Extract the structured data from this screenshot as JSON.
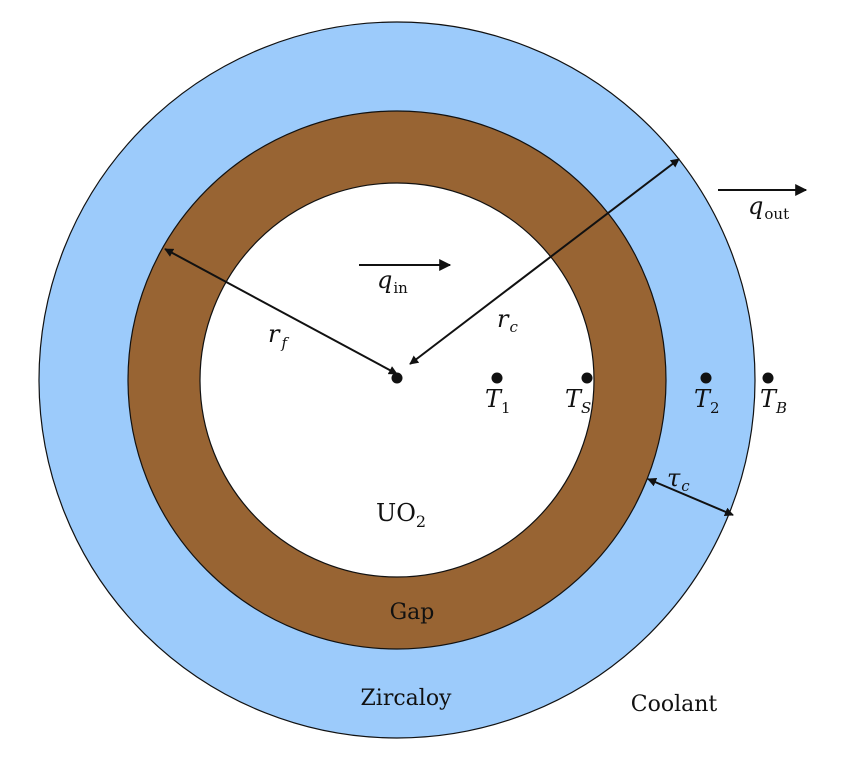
{
  "colors": {
    "coolant_background": "#ffffff",
    "zircaloy_fill": "#9ccbfb",
    "gap_fill": "#986433",
    "fuel_fill": "#ffffff",
    "stroke": "#111111"
  },
  "regions": {
    "fuel": {
      "main": "UO",
      "sub": "2"
    },
    "gap": "Gap",
    "cladding": "Zircaloy",
    "coolant": "Coolant"
  },
  "heat_flux": {
    "in": {
      "main": "q",
      "sub": "in"
    },
    "out": {
      "main": "q",
      "sub": "out"
    }
  },
  "radii": {
    "fuel": {
      "main": "r",
      "sub": "f"
    },
    "cladding": {
      "main": "r",
      "sub": "c"
    },
    "thickness": {
      "main": "τ",
      "sub": "c"
    }
  },
  "temperatures": [
    {
      "main": "T",
      "sub": "1"
    },
    {
      "main": "T",
      "sub": "S"
    },
    {
      "main": "T",
      "sub": "2"
    },
    {
      "main": "T",
      "sub": "B"
    }
  ]
}
